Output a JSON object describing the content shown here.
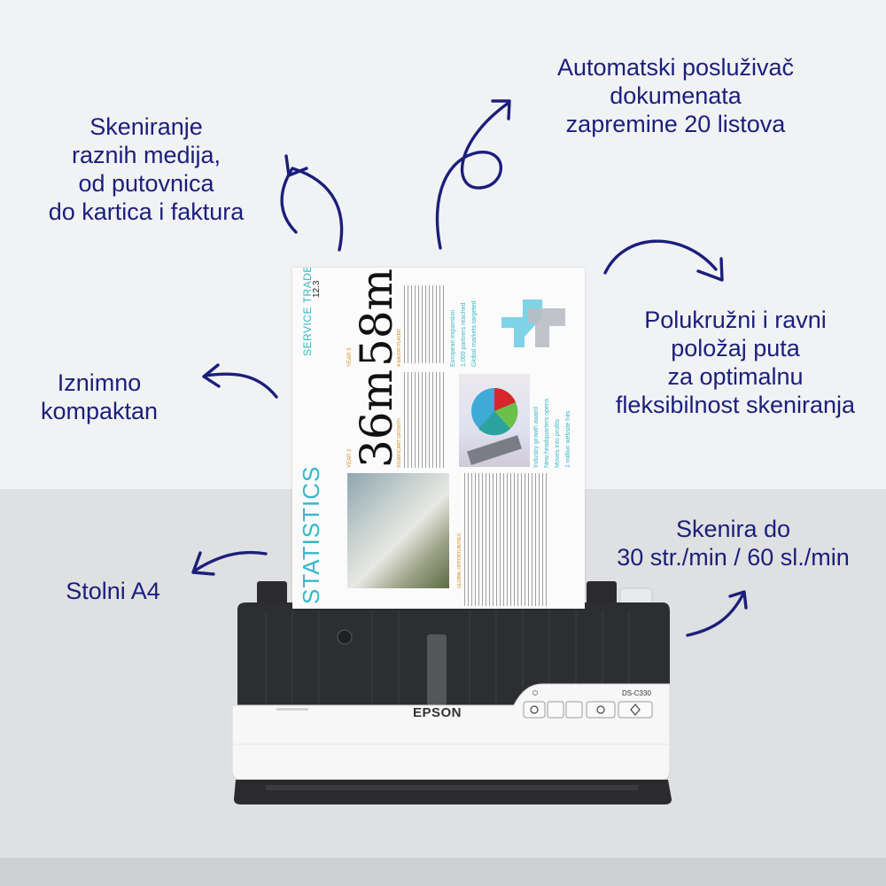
{
  "callouts": {
    "media": [
      "Skeniranje",
      "raznih medija,",
      "od putovnica",
      "do kartica i faktura"
    ],
    "feeder": [
      "Automatski posluživač",
      "dokumenata",
      "zapremine 20 listova"
    ],
    "paper_path": [
      "Polukružni i ravni",
      "položaj puta",
      "za optimalnu",
      "fleksibilnost skeniranja"
    ],
    "compact": [
      "Iznimno",
      "kompaktan"
    ],
    "speed": [
      "Skenira do",
      "30 str./min / 60 sl./min"
    ],
    "size": [
      "Stolni A4"
    ]
  },
  "document": {
    "header": "SERVICE TRADERS",
    "issue": "12.3",
    "statistics": "STATISTICS",
    "year2_label": "YEAR 2",
    "year2_value": "36m",
    "year3_label": "YEAR 3",
    "year3_value": "58m",
    "growth_heading": "SIGNIFICANT GROWTH",
    "player_heading": "A MAJOR PLAYER",
    "opportunities_heading": "GLOBAL OPPORTUNITIES",
    "bullets_top": [
      "European expansion",
      "1,000 partners reached",
      "Global markets targeted"
    ],
    "bullets_bottom": [
      "Industry growth award",
      "New headquarters opens",
      "Moves into profits",
      "1 million website hits"
    ]
  },
  "scanner": {
    "brand": "EPSON",
    "model": "DS-C330"
  },
  "colors": {
    "accent": "#1b1f7a",
    "document_accent": "#39b6c9"
  }
}
